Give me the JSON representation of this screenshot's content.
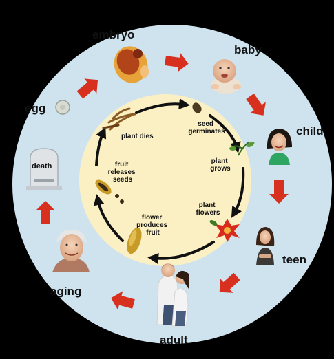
{
  "human_cycle": {
    "egg": "egg",
    "embryo": "embryo",
    "baby": "baby",
    "child": "child",
    "teen": "teen",
    "adult": "adult",
    "aging": "aging",
    "death": "death"
  },
  "plant_cycle": {
    "seed_germinates": [
      "seed",
      "germinates"
    ],
    "plant_grows": [
      "plant",
      "grows"
    ],
    "plant_flowers": [
      "plant",
      "flowers"
    ],
    "flower_produces_fruit": [
      "flower",
      "produces",
      "fruit"
    ],
    "fruit_releases_seeds": [
      "fruit",
      "releases",
      "seeds"
    ],
    "plant_dies": [
      "plant dies"
    ]
  },
  "colors": {
    "outer_ring": "#cfe3ee",
    "inner_disc": "#fbf0c4",
    "arrow_red": "#d8301f",
    "arrow_black": "#111111"
  }
}
